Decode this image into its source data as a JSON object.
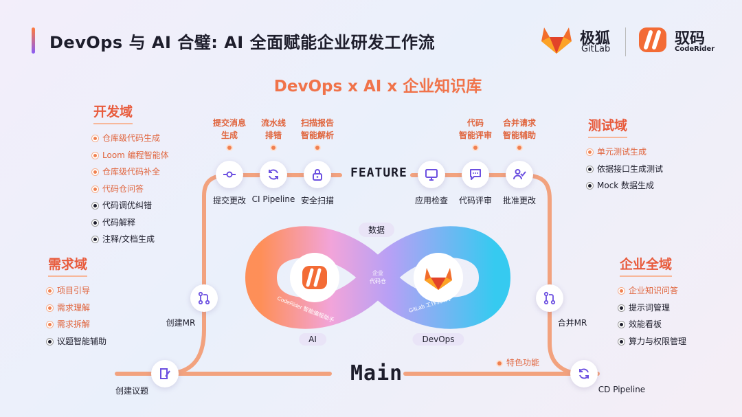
{
  "header": {
    "title": "DevOps 与 AI 合璧: AI 全面赋能企业研发工作流",
    "logo_gitlab_cn": "极狐",
    "logo_gitlab_en": "GitLab",
    "logo_coderider_cn": "驭码",
    "logo_coderider_en": "CodeRider",
    "subtitle": "DevOps x AI x 企业知识库"
  },
  "domains": {
    "dev": {
      "title": "开发域",
      "items": [
        {
          "label": "仓库级代码生成",
          "highlight": true
        },
        {
          "label": "Loom 编程智能体",
          "highlight": true
        },
        {
          "label": "仓库级代码补全",
          "highlight": true
        },
        {
          "label": "代码仓问答",
          "highlight": true
        },
        {
          "label": "代码调优纠错",
          "highlight": false
        },
        {
          "label": "代码解释",
          "highlight": false
        },
        {
          "label": "注释/文档生成",
          "highlight": false
        }
      ]
    },
    "req": {
      "title": "需求域",
      "items": [
        {
          "label": "项目引导",
          "highlight": true
        },
        {
          "label": "需求理解",
          "highlight": true
        },
        {
          "label": "需求拆解",
          "highlight": true
        },
        {
          "label": "议题智能辅助",
          "highlight": false
        }
      ]
    },
    "test": {
      "title": "测试域",
      "items": [
        {
          "label": "单元测试生成",
          "highlight": true
        },
        {
          "label": "依据接口生成测试",
          "highlight": false
        },
        {
          "label": "Mock 数据生成",
          "highlight": false
        }
      ]
    },
    "ent": {
      "title": "企业全域",
      "items": [
        {
          "label": "企业知识问答",
          "highlight": true
        },
        {
          "label": "提示词管理",
          "highlight": false
        },
        {
          "label": "效能看板",
          "highlight": false
        },
        {
          "label": "算力与权限管理",
          "highlight": false
        }
      ]
    }
  },
  "flow": {
    "feature_label": "FEATURE",
    "main_label": "Main",
    "top_callouts": {
      "commit": "提交消息\n生成",
      "pipeline": "流水线\n排错",
      "scan": "扫描报告\n智能解析",
      "review": "代码\n智能评审",
      "merge": "合并请求\n智能辅助"
    },
    "nodes": {
      "commit": "提交更改",
      "ci": "CI Pipeline",
      "scan": "安全扫描",
      "app_check": "应用检查",
      "review": "代码评审",
      "approve": "批准更改",
      "create_mr": "创建MR",
      "merge_mr": "合并MR",
      "create_issue": "创建议题",
      "cd": "CD Pipeline"
    },
    "special_feature": "特色功能"
  },
  "infinity": {
    "data_pill": "数据",
    "ai_pill": "AI",
    "devops_pill": "DevOps",
    "center_text": "企业\n代码仓",
    "left_arc_text": "CodeRider 智能编程助手",
    "right_arc_text": "GitLab 工作流助手"
  },
  "colors": {
    "accent_orange": "#f0734a",
    "path_orange": "#f2a27e",
    "purple": "#8a5cf6",
    "cyan": "#22c4ee"
  }
}
